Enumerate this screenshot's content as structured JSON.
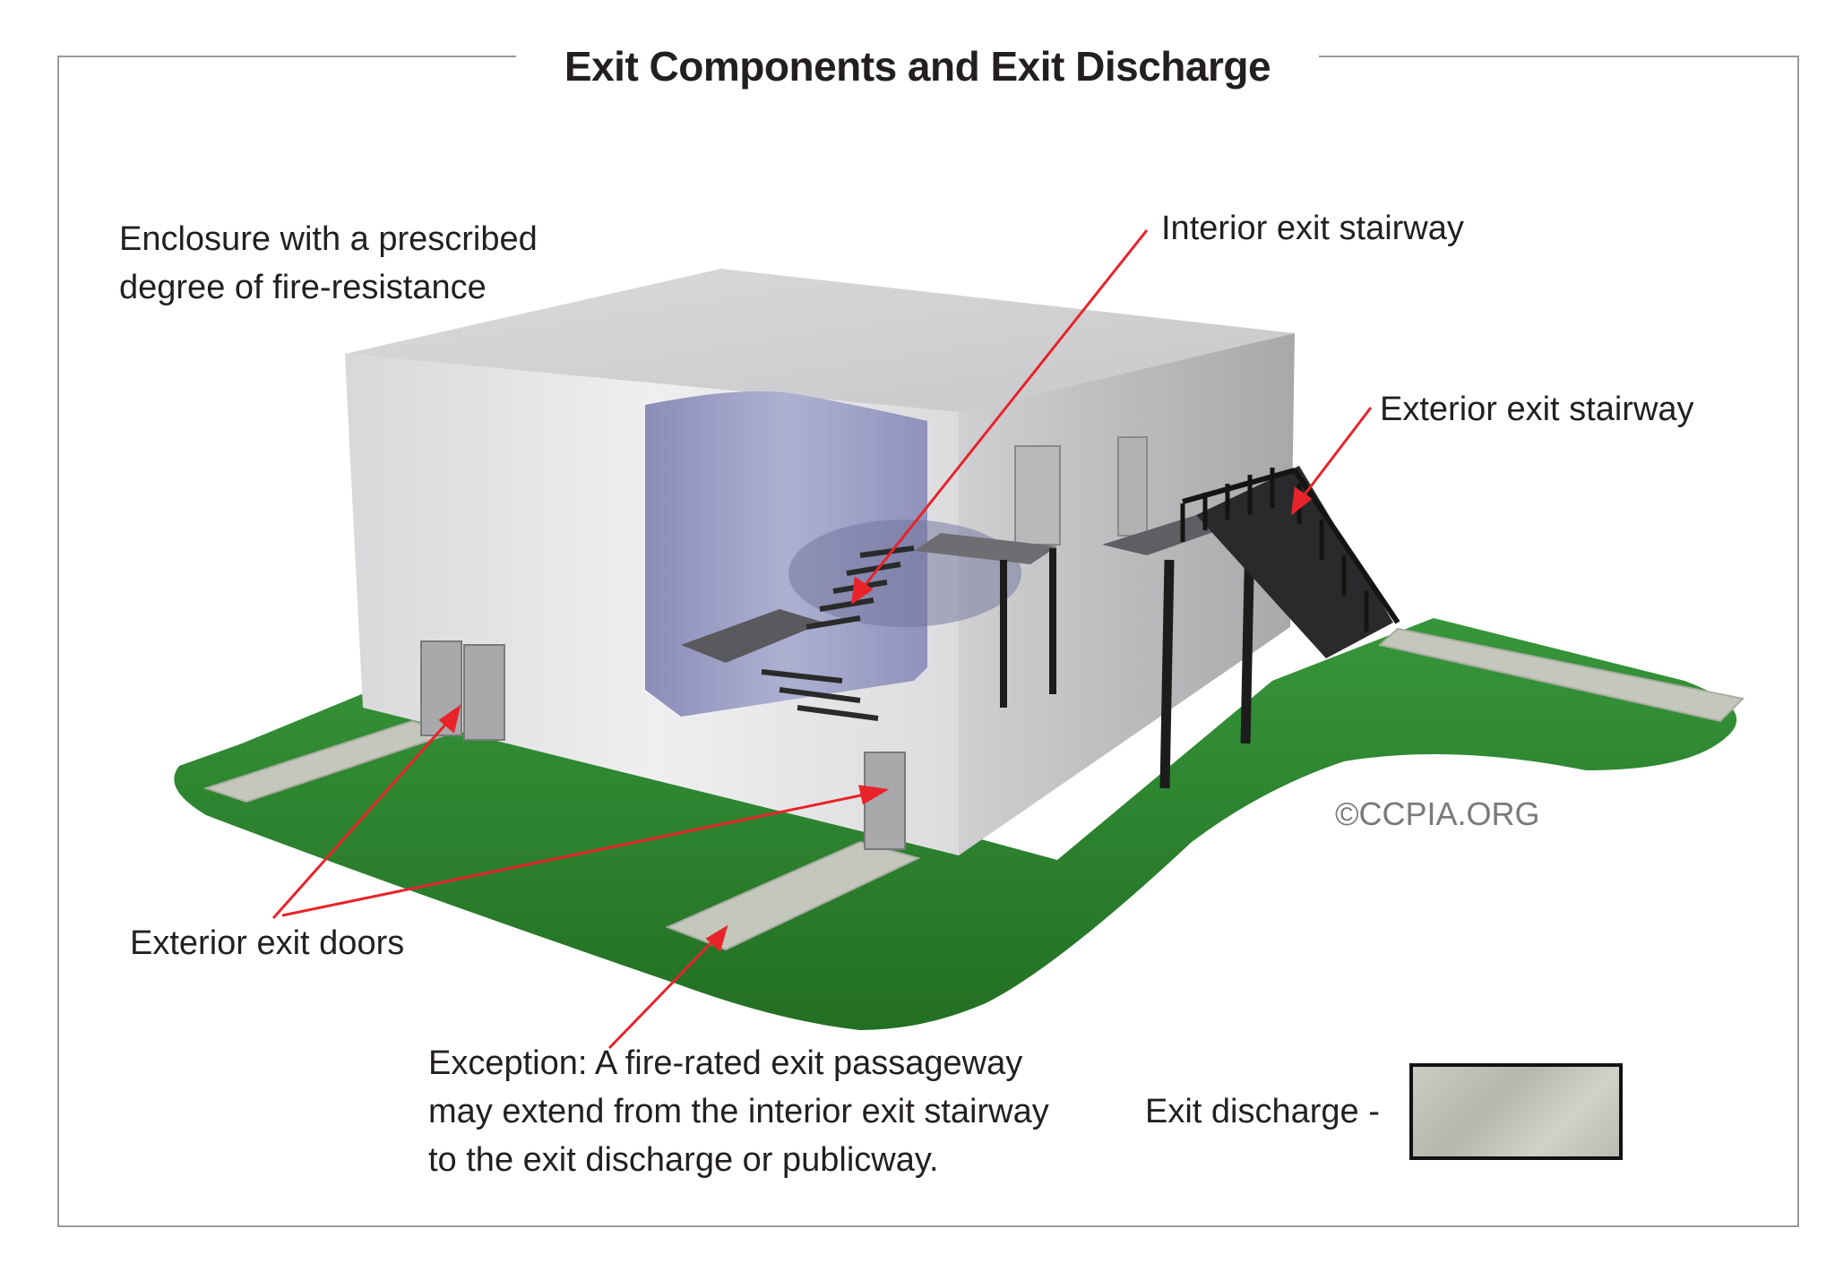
{
  "title": "Exit Components and Exit Discharge",
  "labels": {
    "enclosure_line1": "Enclosure with a prescribed",
    "enclosure_line2": "degree of fire-resistance",
    "interior_stairway": "Interior exit stairway",
    "exterior_stairway": "Exterior exit stairway",
    "exterior_doors": "Exterior exit doors",
    "exception_line1": "Exception: A fire-rated exit passageway",
    "exception_line2": "may extend from the interior exit stairway",
    "exception_line3": "to the exit discharge or publicway.",
    "legend": "Exit discharge -"
  },
  "copyright": "©CCPIA.ORG",
  "colors": {
    "grass": "#2f8a2f",
    "pavement": "#c4c7bc",
    "wall": "#e6e6e8",
    "interior": "#a3a5c8",
    "arrow": "#e8232a",
    "stair": "#1c1c1c"
  }
}
